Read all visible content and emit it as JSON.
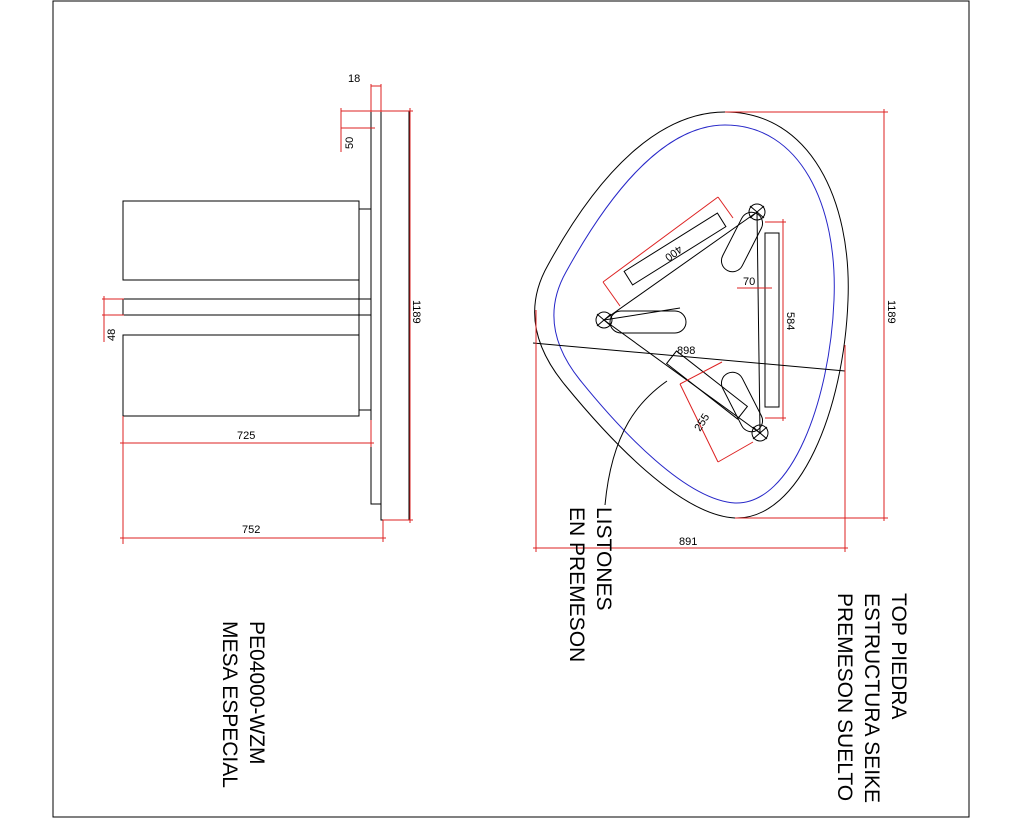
{
  "colors": {
    "outline": "#000000",
    "dimension": "#dd2222",
    "top_edge": "#2626c8",
    "background": "#ffffff"
  },
  "side_view": {
    "dims": {
      "d18": "18",
      "d50": "50",
      "d48": "48",
      "d725": "725",
      "d752": "752",
      "d1189": "1189"
    }
  },
  "plan_view": {
    "dims": {
      "d400": "400",
      "d70": "70",
      "d584": "584",
      "d898": "898",
      "d255": "255",
      "d891": "891",
      "d1189": "1189"
    },
    "callout": [
      "LISTONES",
      "EN PREMESON"
    ]
  },
  "notes": {
    "code": [
      "PE04000-WZM",
      "MESA ESPECIAL"
    ],
    "materials": [
      "TOP PIEDRA",
      "ESTRUCTURA SEIKE",
      "PREMESON SUELTO"
    ]
  }
}
